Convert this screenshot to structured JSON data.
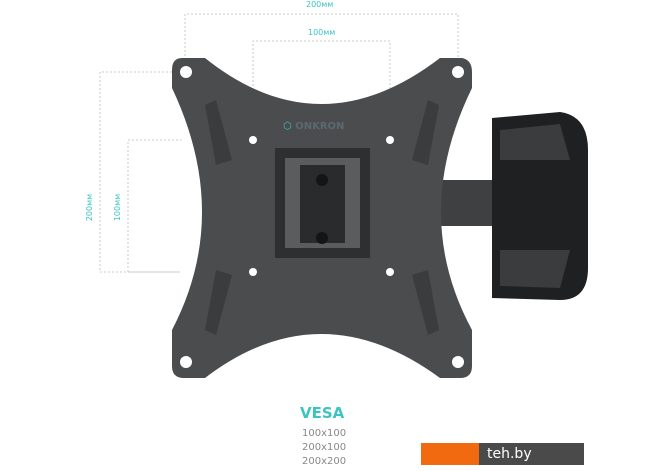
{
  "dimensions": {
    "width_outer": "200мм",
    "width_inner": "100мм",
    "height_outer": "200мм",
    "height_inner": "100мм"
  },
  "brand": {
    "logo_text": "ONKRON"
  },
  "vesa": {
    "title": "VESA",
    "sizes": [
      "100x100",
      "200x100",
      "200x200"
    ]
  },
  "watermark": {
    "text": "teh.by"
  },
  "colors": {
    "accent": "#3cc3c3",
    "plate": "#4a4c4e",
    "watermark_orange": "#f26a0f"
  }
}
